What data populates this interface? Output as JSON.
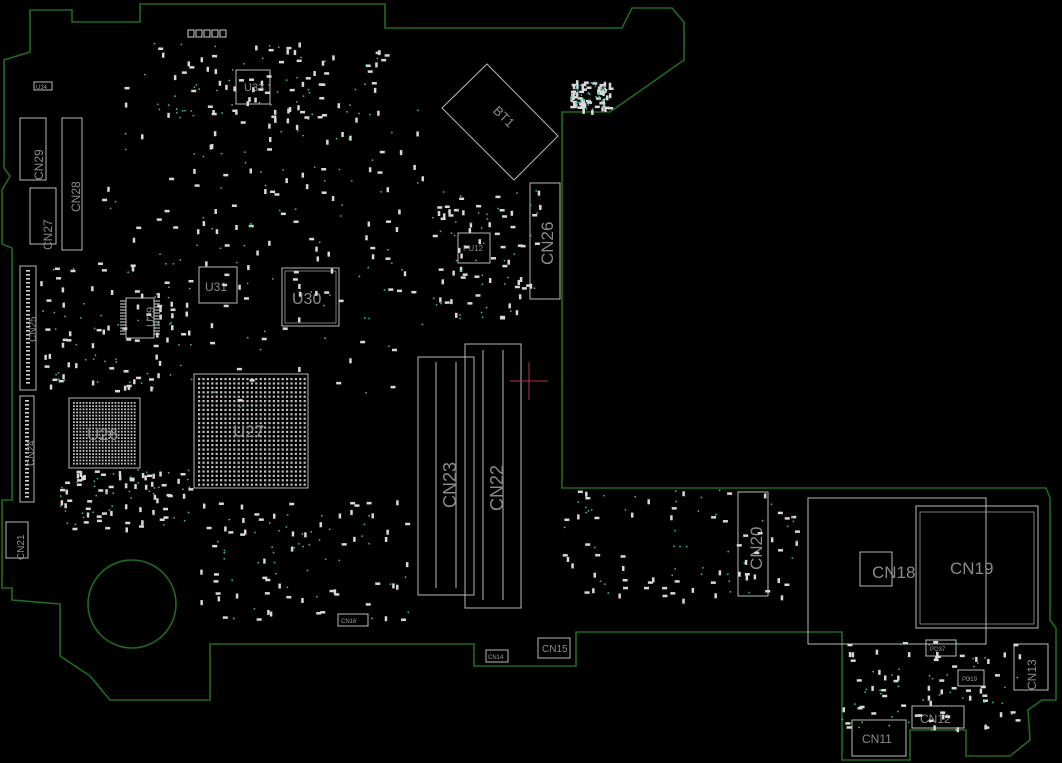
{
  "board": {
    "outline_color": "#1f6b1f",
    "silkscreen_color": "#b8b8b8",
    "background": "#000000"
  },
  "labels": {
    "bt1": "BT1",
    "u33": "U33",
    "u30": "U30",
    "u31": "U31",
    "u29": "U29",
    "u26": "U26",
    "u27": "U27",
    "cn29": "CN29",
    "cn28": "CN28",
    "cn27": "CN27",
    "cn25": "CN25",
    "cn24": "CN24",
    "cn21": "CN21",
    "cn26": "CN26",
    "pu12": "PU12",
    "cn23": "CN23",
    "cn22": "CN22",
    "cn20": "CN20",
    "cn18": "CN18",
    "cn19": "CN19",
    "cn16": "CN16",
    "cn15": "CN15",
    "cn14": "CN14",
    "cn13": "CN13",
    "cn12": "CN12",
    "cn11": "CN11",
    "pq37": "PQ37",
    "pd19": "PD19",
    "u34": "U34"
  }
}
